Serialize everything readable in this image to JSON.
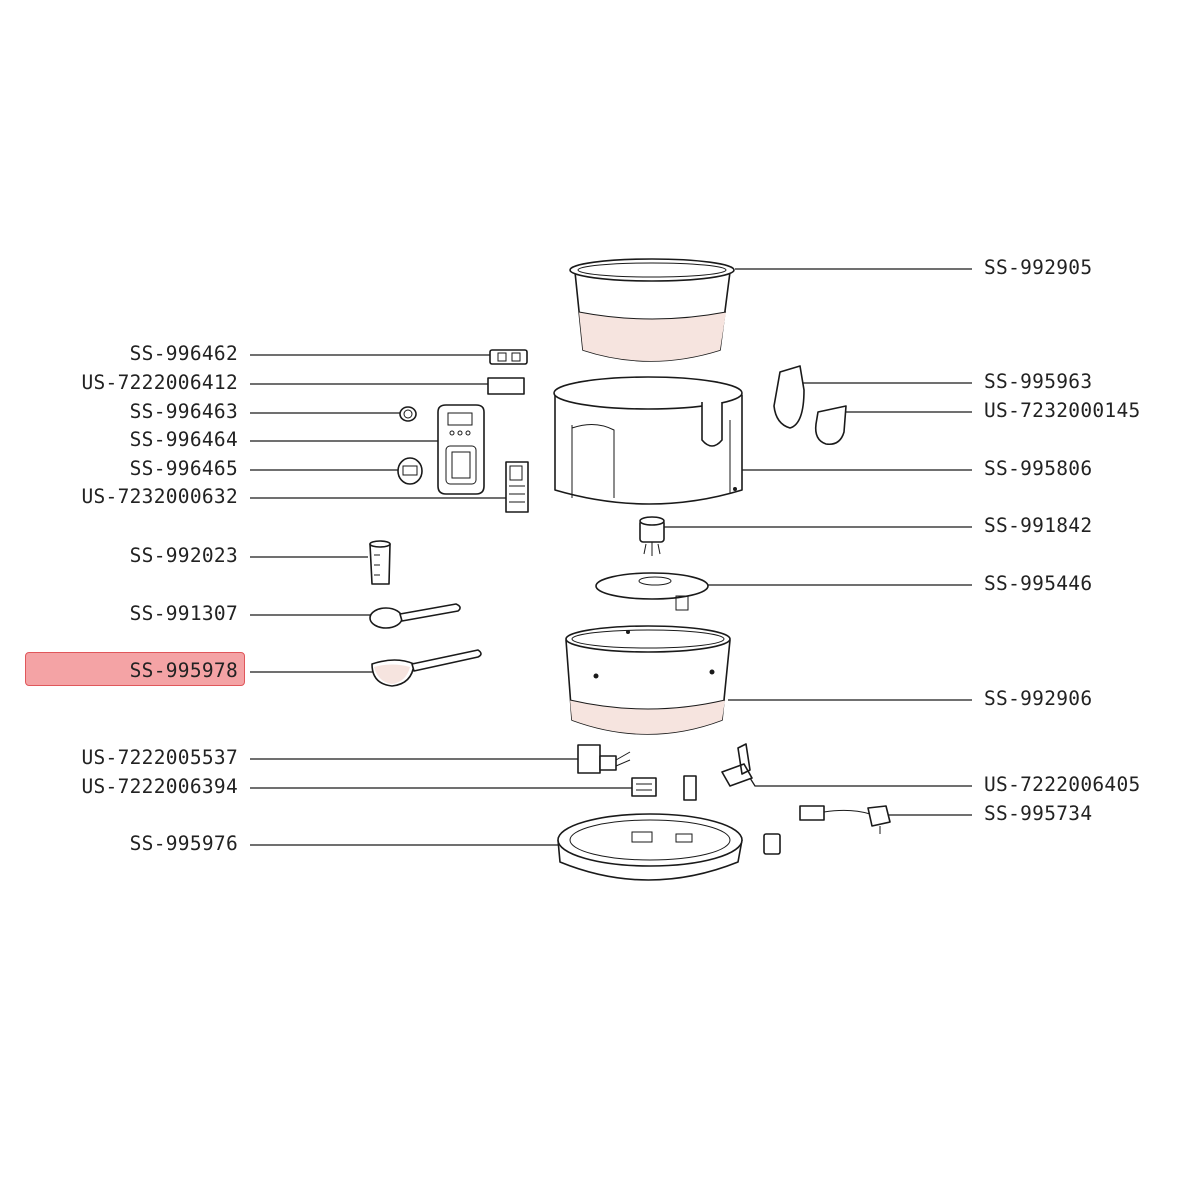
{
  "highlight_color": "#f4a3a5",
  "parts": {
    "ss_992905": "SS-992905",
    "ss_996462": "SS-996462",
    "us_7222006412": "US-7222006412",
    "ss_996463": "SS-996463",
    "ss_996464": "SS-996464",
    "ss_996465": "SS-996465",
    "us_7232000632": "US-7232000632",
    "ss_995963": "SS-995963",
    "us_7232000145": "US-7232000145",
    "ss_995806": "SS-995806",
    "ss_991842": "SS-991842",
    "ss_992023": "SS-992023",
    "ss_995446": "SS-995446",
    "ss_991307": "SS-991307",
    "ss_995978": "SS-995978",
    "ss_992906": "SS-992906",
    "us_7222005537": "US-7222005537",
    "us_7222006394": "US-7222006394",
    "us_7222006405": "US-7222006405",
    "ss_995734": "SS-995734",
    "ss_995976": "SS-995976"
  }
}
